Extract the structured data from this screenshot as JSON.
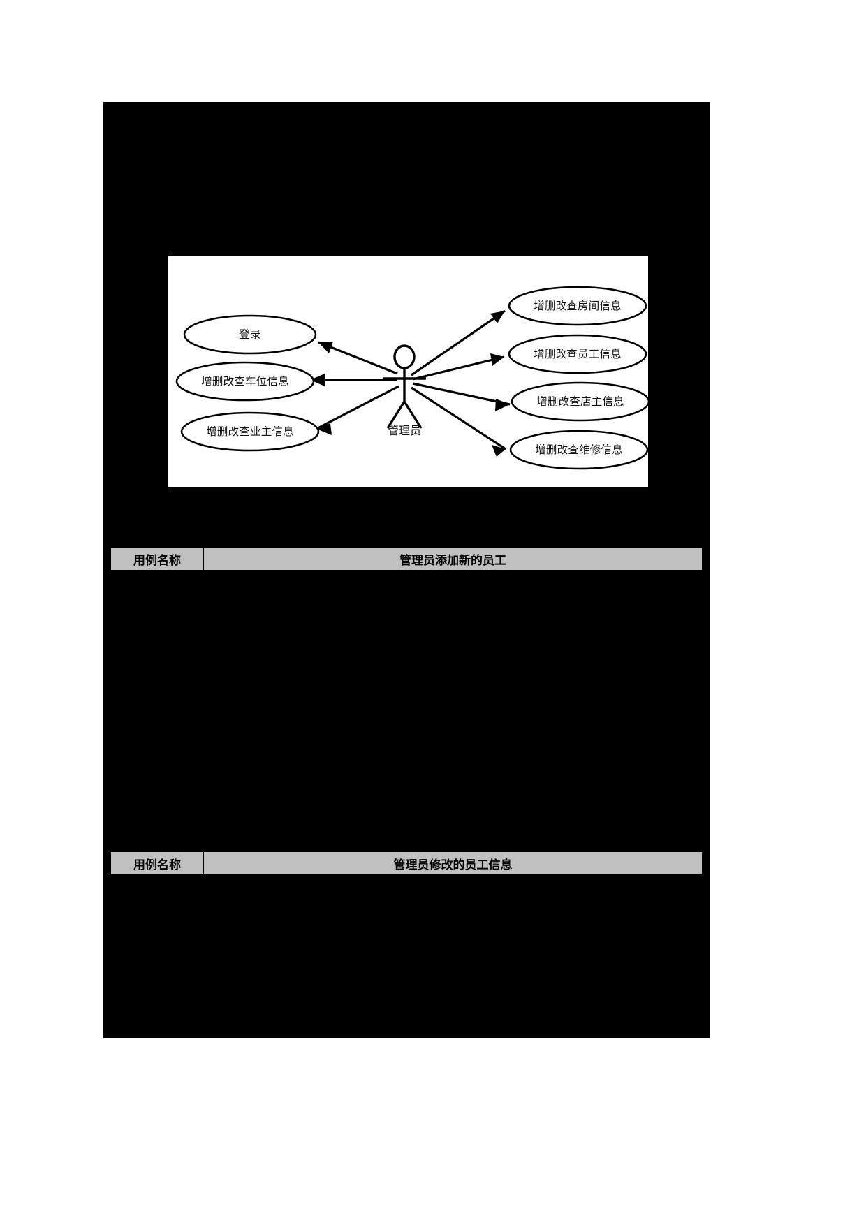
{
  "diagram": {
    "type": "uml-use-case",
    "actor": {
      "name": "管理员",
      "icon": "stick-figure-actor-icon"
    },
    "use_cases_left": [
      {
        "label": "登录",
        "direction": "actor-to-usecase"
      },
      {
        "label": "增删改查车位信息",
        "direction": "actor-to-usecase"
      },
      {
        "label": "增删改查业主信息",
        "direction": "actor-to-usecase"
      }
    ],
    "use_cases_right": [
      {
        "label": "增删改查房间信息",
        "direction": "actor-to-usecase"
      },
      {
        "label": "增删改查员工信息",
        "direction": "actor-to-usecase"
      },
      {
        "label": "增删改查店主信息",
        "direction": "actor-to-usecase"
      },
      {
        "label": "增删改查维修信息",
        "direction": "actor-to-usecase"
      }
    ]
  },
  "tables": [
    {
      "header_label": "用例名称",
      "value": "管理员添加新的员工"
    },
    {
      "header_label": "用例名称",
      "value": "管理员修改的员工信息"
    }
  ],
  "colors": {
    "page_block": "#000000",
    "panel": "#ffffff",
    "table_fill": "#c0c0c0",
    "stroke": "#000000"
  }
}
